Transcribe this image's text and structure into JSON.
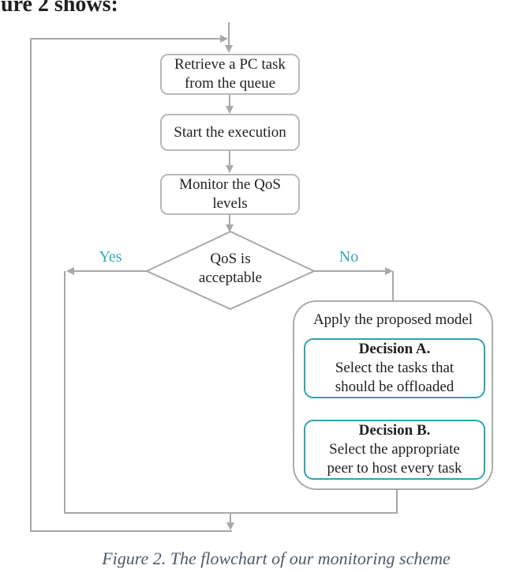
{
  "intro": {
    "text": "ure 2 shows:"
  },
  "flowchart": {
    "nodes": {
      "retrieve": {
        "line1": "Retrieve a PC task",
        "line2": "from the queue"
      },
      "start_exec": {
        "line1": "Start the execution"
      },
      "monitor": {
        "line1": "Monitor the QoS",
        "line2": "levels"
      },
      "qos_check": {
        "line1": "QoS is",
        "line2": "acceptable"
      },
      "apply_model": {
        "title": "Apply the proposed model"
      },
      "decision_a": {
        "heading": "Decision A.",
        "line1": "Select the tasks that",
        "line2": "should be offloaded"
      },
      "decision_b": {
        "heading": "Decision B.",
        "line1": "Select the appropriate",
        "line2": "peer to host every task"
      }
    },
    "branch_labels": {
      "yes": "Yes",
      "no": "No"
    }
  },
  "caption": {
    "text": "Figure 2. The flowchart of our monitoring scheme"
  },
  "colors": {
    "line": "#a8a8a8",
    "box_border": "#b9b9b9",
    "container_border": "#ababab",
    "decision_border": "#2fa3ae",
    "branch_label": "#36a9b6",
    "text": "#1f1f1f",
    "caption": "#4e5a68",
    "background": "#ffffff"
  }
}
